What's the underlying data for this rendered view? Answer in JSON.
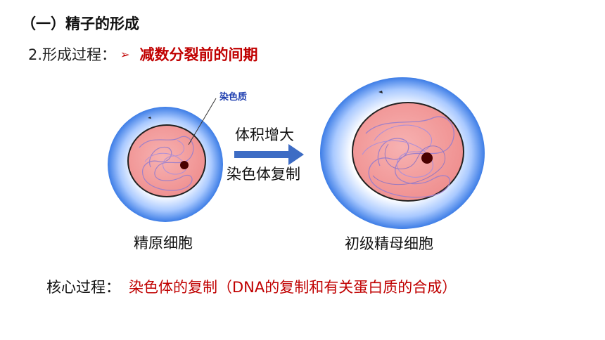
{
  "heading": "（一）精子的形成",
  "subheading": {
    "label": "2.形成过程：",
    "arrow": "➢",
    "highlight": "减数分裂前的间期"
  },
  "figure": {
    "chromatin_label": "染色质",
    "change_line1": "体积增大",
    "change_line2": "染色体复制",
    "left_cell_caption": "精原细胞",
    "right_cell_caption": "初级精母细胞",
    "colors": {
      "cytoplasm_outer": "#ffffff",
      "cytoplasm_mid": "#7fb1ff",
      "cytoplasm_inner": "#3d7de6",
      "nucleus_fill": "#f4a0a0",
      "chromatin_line": "#a080c8",
      "nucleolus": "#4a0000",
      "arrow": "#3d6cc4"
    }
  },
  "core": {
    "label": "核心过程：",
    "highlight": "染色体的复制（DNA的复制和有关蛋白质的合成）"
  }
}
